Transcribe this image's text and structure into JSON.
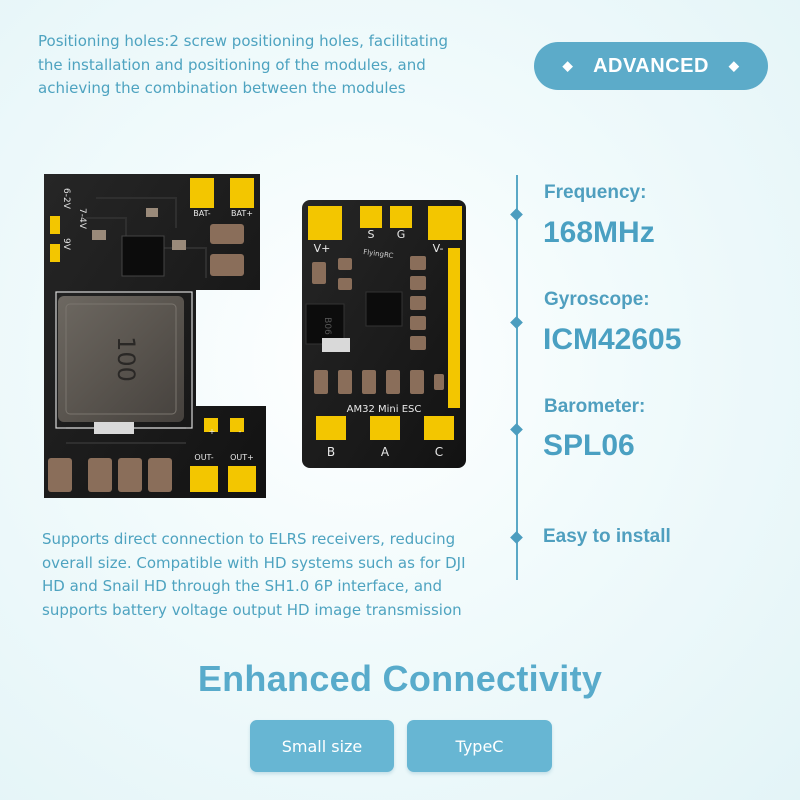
{
  "top_description": "Positioning holes:2 screw positioning holes, facilitating the installation and positioning of the modules, and achieving the combination between the modules",
  "badge": {
    "label": "ADVANCED",
    "left_symbol": "◆",
    "right_symbol": "◆"
  },
  "specs": [
    {
      "label": "Frequency:",
      "value": "168MHz"
    },
    {
      "label": "Gyroscope:",
      "value": "ICM42605"
    },
    {
      "label": "Barometer:",
      "value": "SPL06"
    }
  ],
  "feature": "Easy to install",
  "bottom_description": "Supports direct connection to ELRS receivers, reducing overall size. Compatible with HD systems such as for DJI HD and Snail HD through the SH1.0 6P interface, and supports battery voltage output HD image transmission",
  "title": "Enhanced Connectivity",
  "buttons": [
    {
      "label": "Small size"
    },
    {
      "label": "TypeC"
    }
  ],
  "board_left": {
    "voltage_labels": [
      "6-2V",
      "7-4V",
      "9V"
    ],
    "inductor_text": "100",
    "pad_labels": {
      "bat_minus": "BAT-",
      "bat_plus": "BAT+",
      "out_minus": "OUT-",
      "out_plus": "OUT+",
      "plus": "+",
      "minus": "-"
    }
  },
  "board_right": {
    "top_labels": [
      "S",
      "G"
    ],
    "v_plus": "V+",
    "v_minus": "V-",
    "brand": "FlyingRC",
    "model_text": "AM32 Mini ESC",
    "bottom_labels": [
      "B",
      "A",
      "C"
    ],
    "chip_text": "B06"
  },
  "colors": {
    "accent": "#5cabc9",
    "text": "#4ea3c0",
    "pcb": "#1b1b1b",
    "gold": "#f3c600",
    "background": "#ebf8fa"
  }
}
